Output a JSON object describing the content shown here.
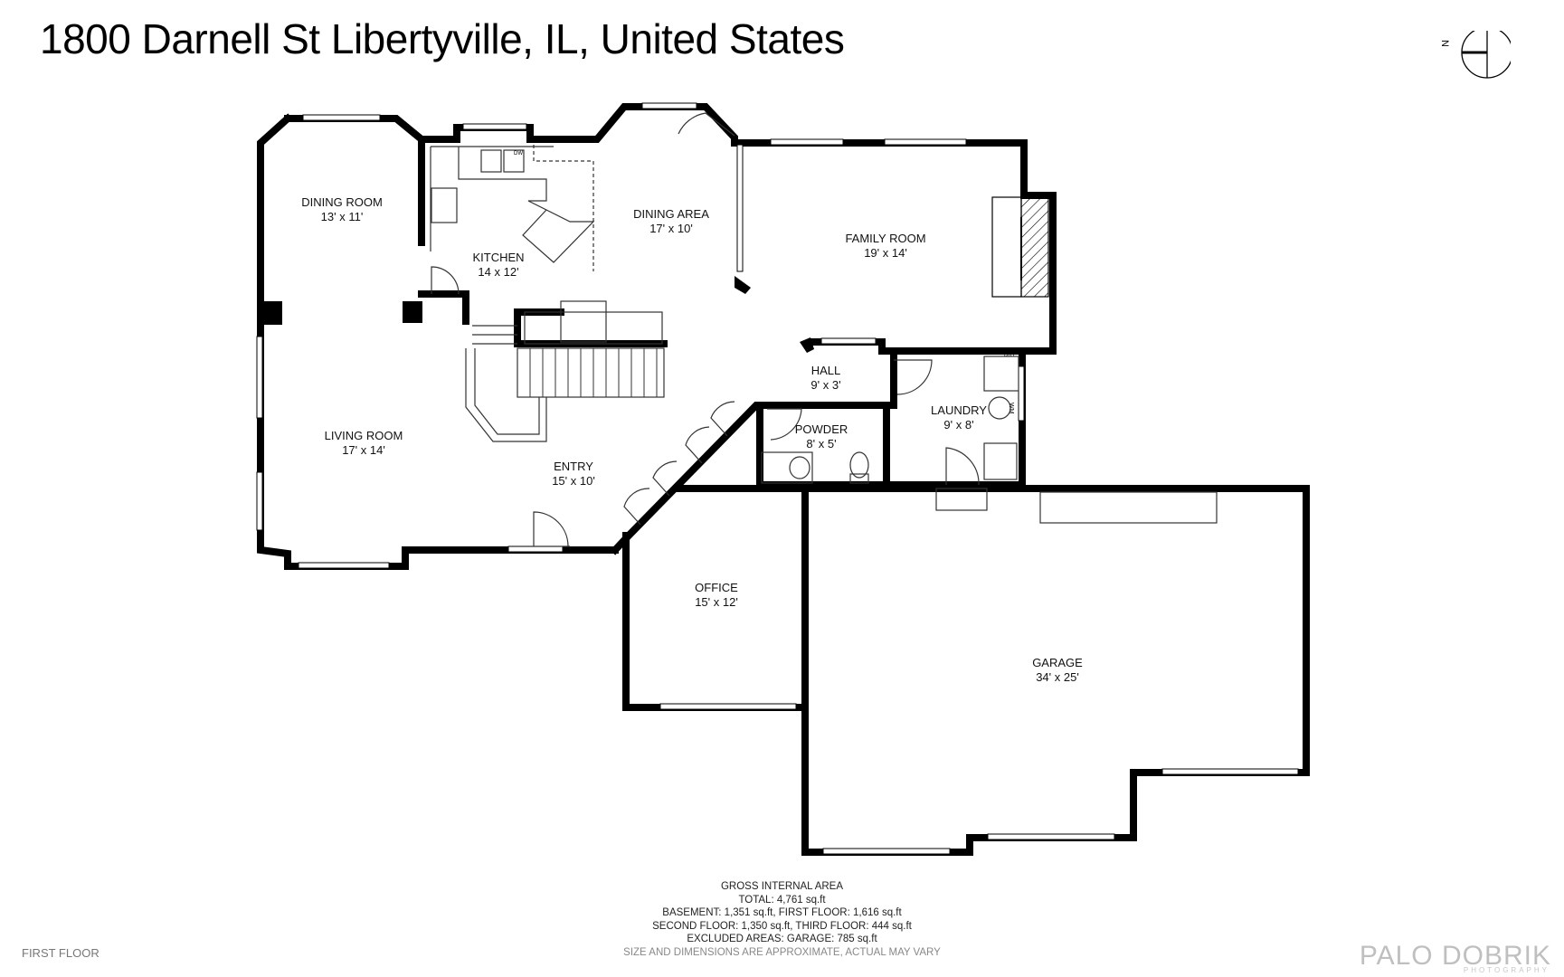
{
  "title": "1800 Darnell St Libertyville, IL, United States",
  "compass": {
    "north_label": "N"
  },
  "rooms": [
    {
      "id": "dining-room",
      "name": "DINING ROOM",
      "size": "13' x 11'"
    },
    {
      "id": "kitchen",
      "name": "KITCHEN",
      "size": "14 x 12'"
    },
    {
      "id": "dining-area",
      "name": "DINING AREA",
      "size": "17' x 10'"
    },
    {
      "id": "family-room",
      "name": "FAMILY ROOM",
      "size": "19' x 14'"
    },
    {
      "id": "hall",
      "name": "HALL",
      "size": "9' x 3'"
    },
    {
      "id": "laundry",
      "name": "LAUNDRY",
      "size": "9' x 8'"
    },
    {
      "id": "powder",
      "name": "POWDER",
      "size": "8' x 5'"
    },
    {
      "id": "living-room",
      "name": "LIVING ROOM",
      "size": "17' x 14'"
    },
    {
      "id": "entry",
      "name": "ENTRY",
      "size": "15' x 10'"
    },
    {
      "id": "office",
      "name": "OFFICE",
      "size": "15' x 12'"
    },
    {
      "id": "garage",
      "name": "GARAGE",
      "size": "34' x 25'"
    }
  ],
  "fixtures": {
    "dishwasher": "DW",
    "washer": "WM",
    "dryer": "DRY"
  },
  "area_summary": {
    "heading": "GROSS INTERNAL AREA",
    "total": "TOTAL: 4,761 sq.ft",
    "line1": "BASEMENT: 1,351 sq.ft, FIRST FLOOR: 1,616 sq.ft",
    "line2": "SECOND FLOOR: 1,350 sq.ft, THIRD FLOOR: 444 sq.ft",
    "line3": "EXCLUDED AREAS: GARAGE: 785 sq.ft",
    "disclaimer": "SIZE AND DIMENSIONS ARE APPROXIMATE, ACTUAL MAY VARY"
  },
  "floor_name": "FIRST FLOOR",
  "brand": {
    "name": "PALO DOBRIK",
    "sub": "PHOTOGRAPHY"
  }
}
